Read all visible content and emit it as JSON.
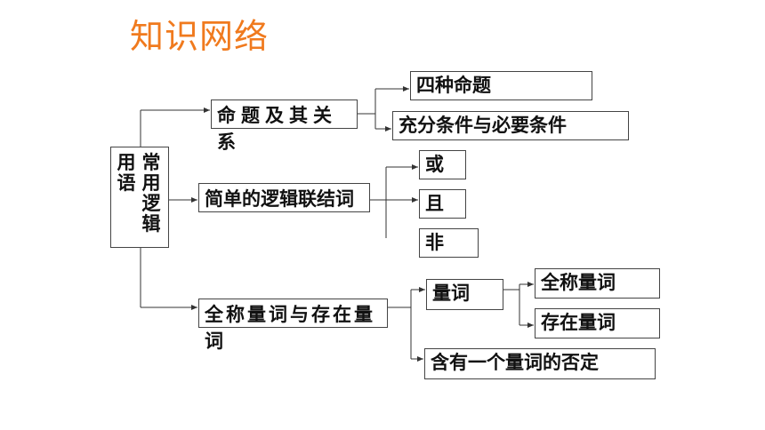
{
  "title": "知识网络",
  "root": {
    "col1": "常用逻辑",
    "col2": "用语"
  },
  "branches": [
    {
      "label": "命题及其关系",
      "children": [
        "四种命题",
        "充分条件与必要条件"
      ]
    },
    {
      "label": "简单的逻辑联结词",
      "children": [
        "或",
        "且",
        "非"
      ]
    },
    {
      "label": "全称量词与存在量词",
      "children": [
        "量词",
        "含有一个量词的否定"
      ],
      "sub_children": [
        "全称量词",
        "存在量词"
      ]
    }
  ],
  "colors": {
    "title": "#f07a1e",
    "line": "#333333",
    "border": "#444444"
  }
}
